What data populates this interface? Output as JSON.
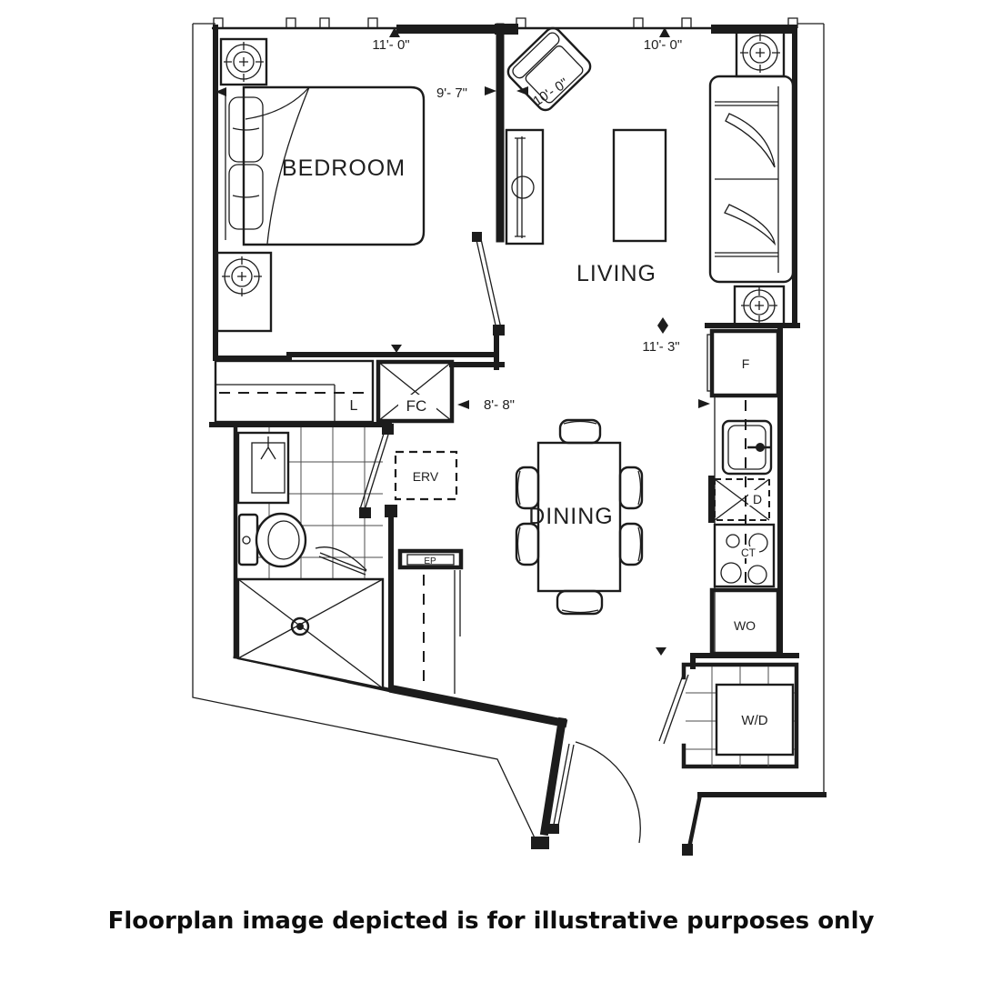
{
  "caption": "Floorplan image depicted is for illustrative purposes only",
  "rooms": {
    "bedroom": "BEDROOM",
    "living": "LIVING",
    "dining": "DINING"
  },
  "dimensions": {
    "bedroom_width": "11'- 0\"",
    "bedroom_depth": "9'- 7\"",
    "living_width": "10'- 0\"",
    "living_diag": "10'- 0\"",
    "living_depth": "11'- 3\"",
    "hall_width": "8'- 8\""
  },
  "labels": {
    "fridge": "F",
    "dishwasher": "D",
    "cooktop": "CT",
    "wall_oven": "WO",
    "washer_dryer": "W/D",
    "fan_coil": "FC",
    "erv": "ERV",
    "linen": "L",
    "electrical_panel": "EP"
  },
  "colors": {
    "line": "#1c1c1c",
    "background": "#ffffff",
    "text": "#111111"
  }
}
